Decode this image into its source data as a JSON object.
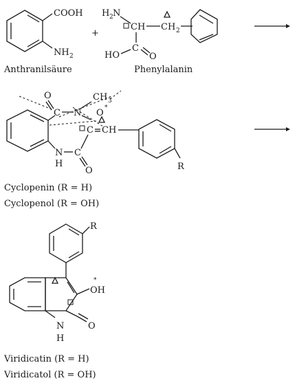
{
  "reaction1": {
    "reactant1": {
      "cooh": "COOH",
      "nh2": "NH",
      "nh2_sub": "2",
      "caption": "Anthranilsäure"
    },
    "plus": "+",
    "reactant2": {
      "h2n": "H",
      "h2n_sub": "2",
      "h2n_n": "N",
      "ch": "CH",
      "ch2": "CH",
      "ch2_sub": "2",
      "c": "C",
      "ho": "HO",
      "o": "O",
      "caption": "Phenylalanin"
    }
  },
  "reaction2": {
    "o_top": "O",
    "c_left": "C",
    "n": "N",
    "ch3": "CH",
    "ch3_sub": "3",
    "o_epox": "O",
    "star": "*",
    "c_ring": "C",
    "ch": "CH",
    "nh": "N",
    "h": "H",
    "h_under": "H",
    "c_low": "C",
    "o_low": "O",
    "r": "R",
    "caption1": "Cyclopenin (R = H)",
    "caption2": "Cyclopenol (R = OH)"
  },
  "reaction3": {
    "r": "R",
    "oh": "OH",
    "star": "*",
    "n": "N",
    "h": "H",
    "o": "O",
    "caption1": "Viridicatin (R = H)",
    "caption2": "Viridicatol (R = OH)"
  }
}
